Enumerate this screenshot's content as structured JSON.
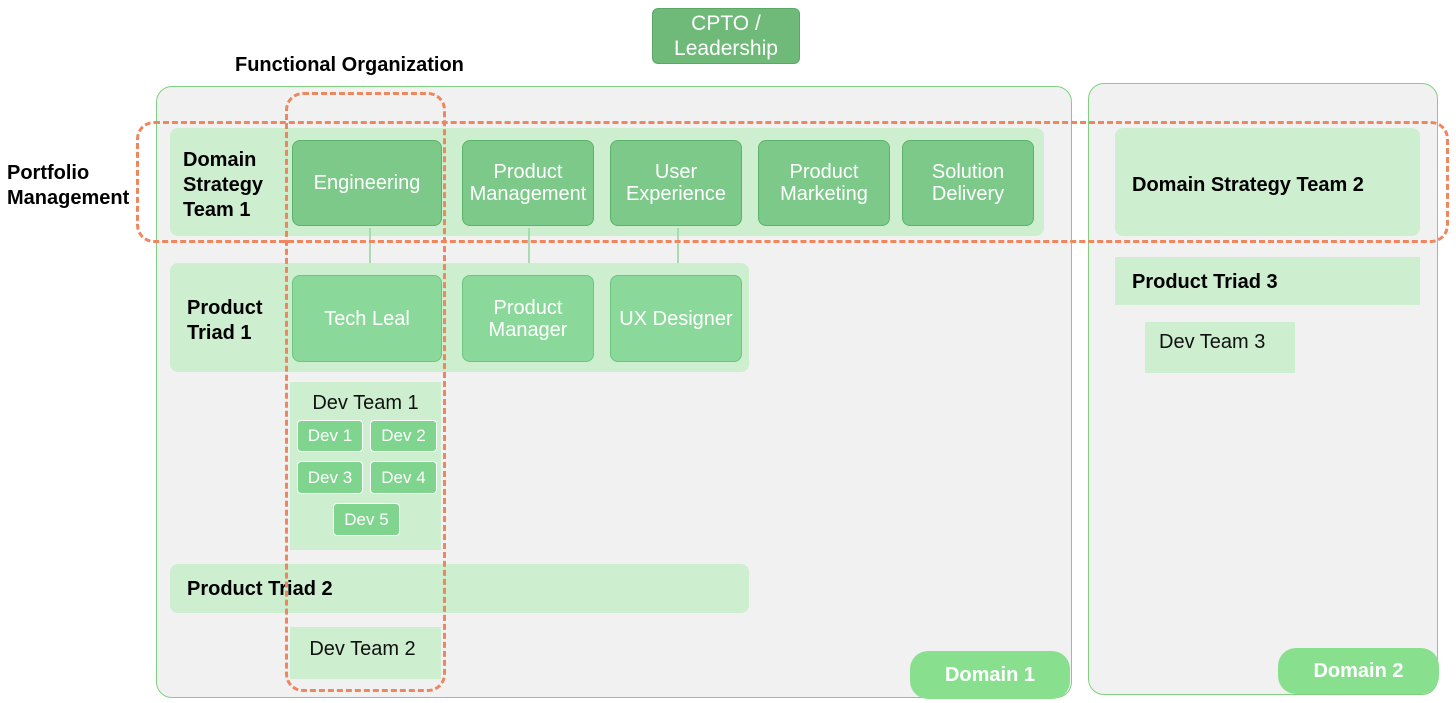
{
  "leadership": {
    "label": "CPTO /\nLeadership"
  },
  "labels": {
    "functional_org": "Functional Organization",
    "portfolio_mgmt": "Portfolio\nManagement"
  },
  "domain1": {
    "tag": "Domain 1",
    "strategy_team": "Domain\nStrategy\nTeam 1",
    "functions": [
      {
        "label": "Engineering"
      },
      {
        "label": "Product\nManagement"
      },
      {
        "label": "User\nExperience"
      },
      {
        "label": "Product\nMarketing"
      },
      {
        "label": "Solution\nDelivery"
      }
    ],
    "triad1": {
      "label": "Product\nTriad 1",
      "roles": [
        {
          "label": "Tech Leal"
        },
        {
          "label": "Product\nManager"
        },
        {
          "label": "UX Designer"
        }
      ]
    },
    "dev_team1": {
      "label": "Dev Team 1",
      "devs": [
        "Dev 1",
        "Dev 2",
        "Dev 3",
        "Dev 4",
        "Dev 5"
      ]
    },
    "triad2": {
      "label": "Product Triad 2"
    },
    "dev_team2": {
      "label": "Dev Team 2"
    }
  },
  "domain2": {
    "tag": "Domain 2",
    "strategy_team": "Domain Strategy Team 2",
    "triad3": {
      "label": "Product Triad 3"
    },
    "dev_team3": {
      "label": "Dev Team 3"
    }
  },
  "colors": {
    "tile": "#7cc98a",
    "band": "#cdeecf",
    "frame_border": "#7fd180",
    "dash": "#f0865e",
    "domain_tag": "#88e08f"
  }
}
